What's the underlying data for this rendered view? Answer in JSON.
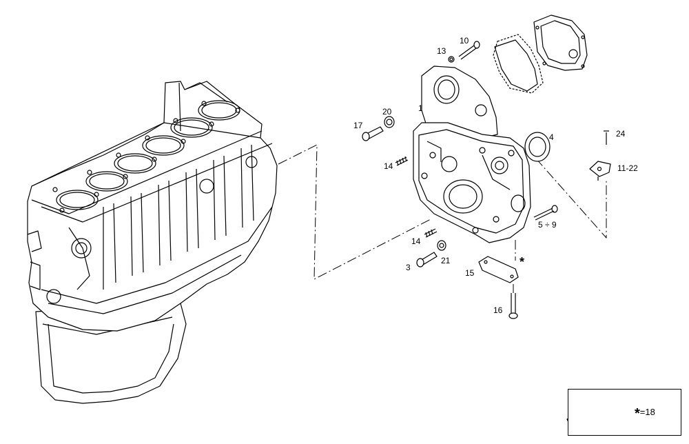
{
  "labels": {
    "p1": "1",
    "p3": "3",
    "p4": "4",
    "p5_9": "5 ÷ 9",
    "p10": "10",
    "p11_22": "11-22",
    "p13": "13",
    "p14a": "14",
    "p14b": "14",
    "p15": "15",
    "p16": "16",
    "p17": "17",
    "p20": "20",
    "p21": "21",
    "p24": "24",
    "star": "*"
  },
  "legend": {
    "star": "*",
    "text": "=18"
  }
}
